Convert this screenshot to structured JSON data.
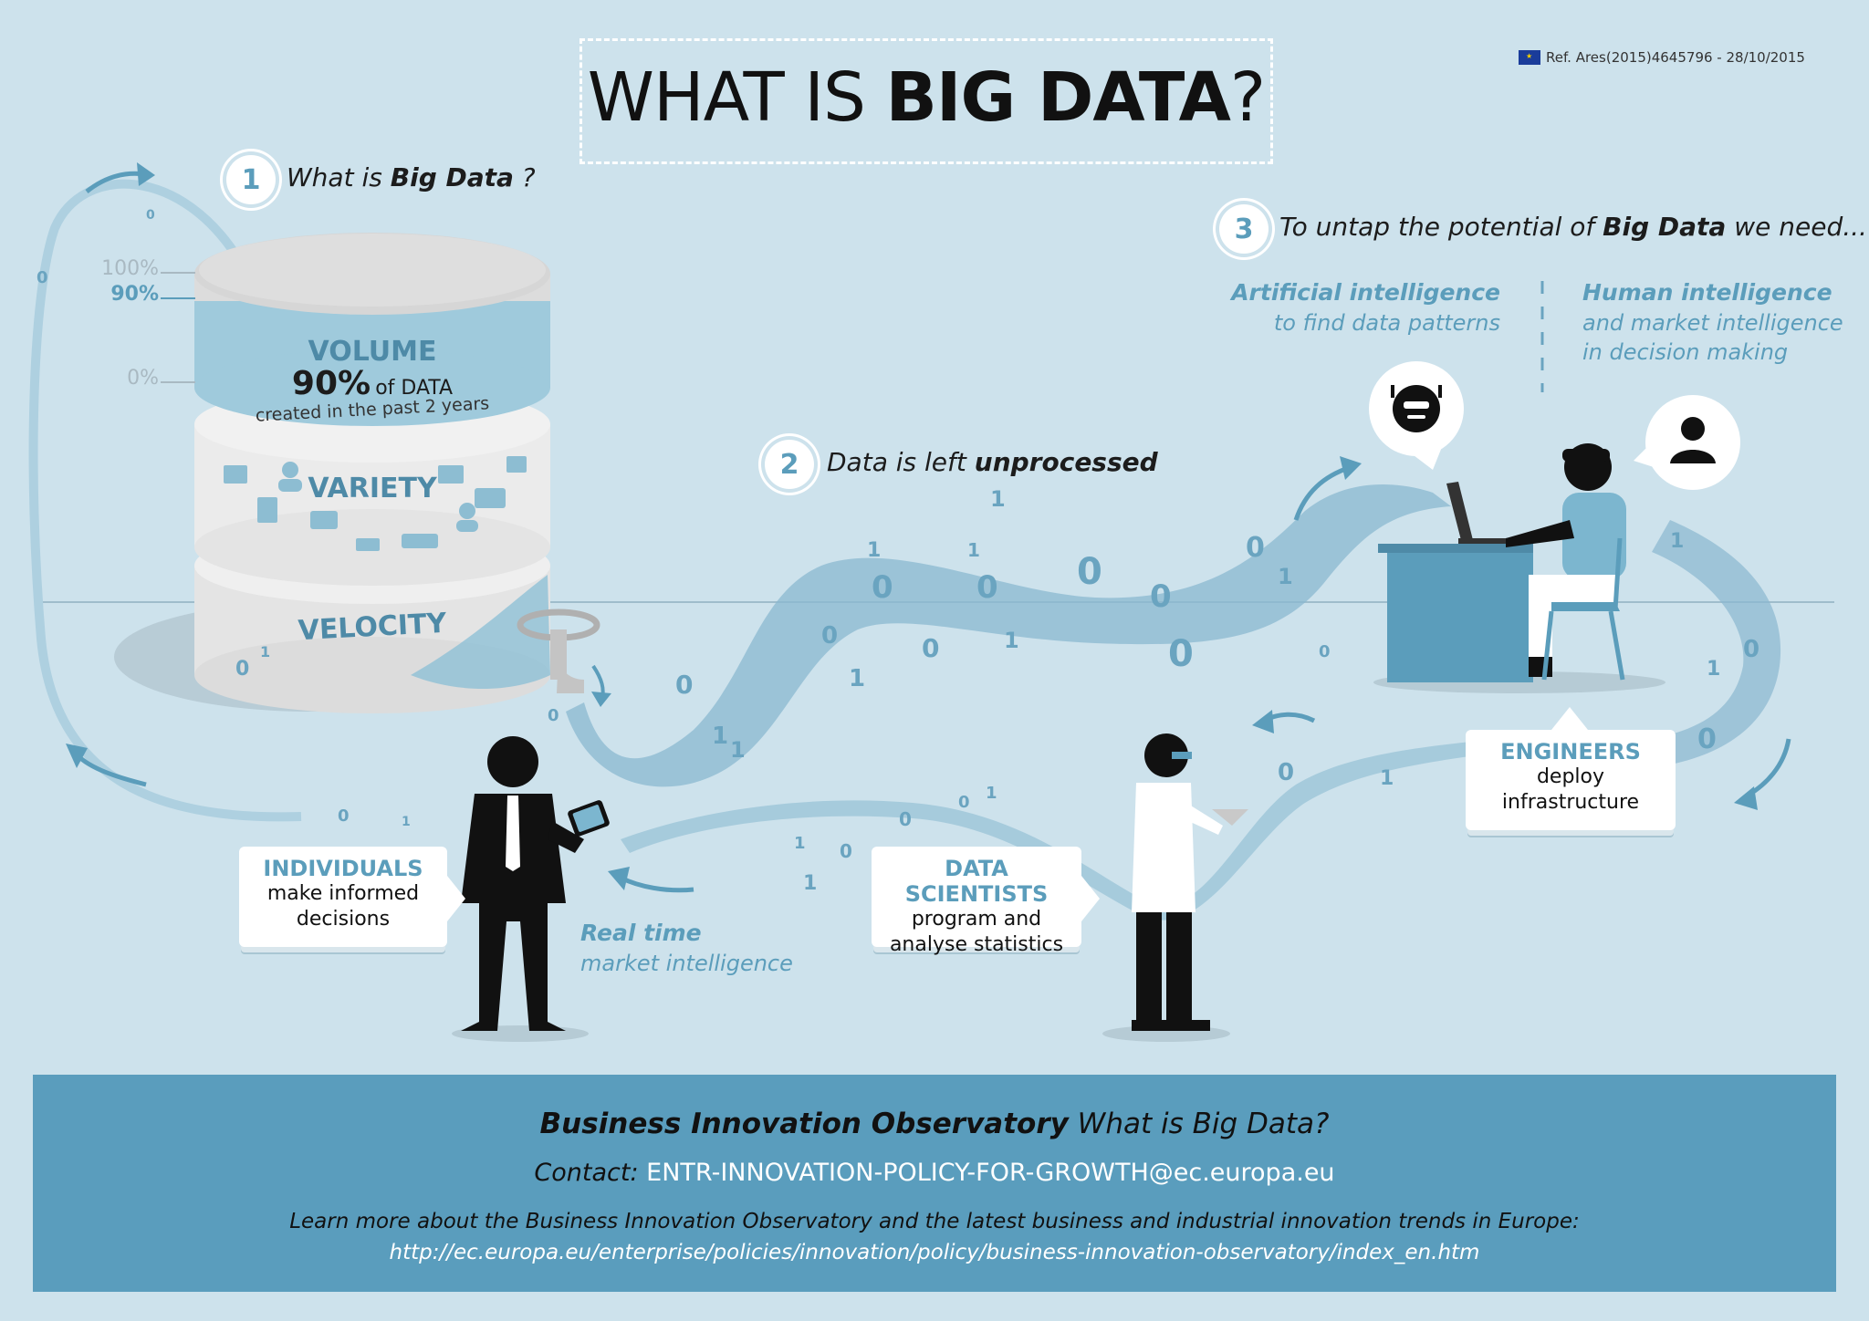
{
  "header": {
    "title_light": "WHAT IS ",
    "title_bold": "BIG DATA",
    "title_end": "?",
    "ref": "Ref. Ares(2015)4645796 - 28/10/2015"
  },
  "steps": [
    {
      "number": "1",
      "text_pre": "What is ",
      "text_bold": "Big Data",
      "text_post": " ?"
    },
    {
      "number": "2",
      "text_pre": "Data is left ",
      "text_bold": "unprocessed",
      "text_post": ""
    },
    {
      "number": "3",
      "text_pre": "To untap the potential of ",
      "text_bold": "Big Data",
      "text_post": " we need..."
    }
  ],
  "database": {
    "scale": [
      "100%",
      "90%",
      "0%"
    ],
    "volume": {
      "label": "VOLUME",
      "big": "90%",
      "small": "of DATA",
      "sub": "created in the past 2 years"
    },
    "variety": {
      "label": "VARIETY"
    },
    "velocity": {
      "label": "VELOCITY"
    }
  },
  "intelligence": {
    "ai_title": "Artificial intelligence",
    "ai_sub": "to find data patterns",
    "human_title": "Human intelligence",
    "human_sub1": "and market intelligence",
    "human_sub2": "in decision making"
  },
  "roles": {
    "individuals": {
      "title": "INDIVIDUALS",
      "line1": "make informed",
      "line2": "decisions"
    },
    "scientists": {
      "title": "DATA SCIENTISTS",
      "line1": "program and",
      "line2": "analyse statistics"
    },
    "engineers": {
      "title": "ENGINEERS",
      "line1": "deploy",
      "line2": "infrastructure"
    }
  },
  "realtime": {
    "title": "Real time",
    "sub": "market intelligence"
  },
  "footer": {
    "bold": "Business Innovation Observatory",
    "title_rest": " What is Big Data?",
    "contact_label": "Contact: ",
    "contact_email": "ENTR-INNOVATION-POLICY-FOR-GROWTH@ec.europa.eu",
    "learn": "Learn more about the Business Innovation Observatory and the latest business and industrial innovation trends in Europe:",
    "url": "http://ec.europa.eu/enterprise/policies/innovation/policy/business-innovation-observatory/index_en.htm"
  },
  "colors": {
    "background": "#cde2ec",
    "accent": "#5b9dbb",
    "footer": "#5a9dbd",
    "stream": "#8ab8d0"
  }
}
